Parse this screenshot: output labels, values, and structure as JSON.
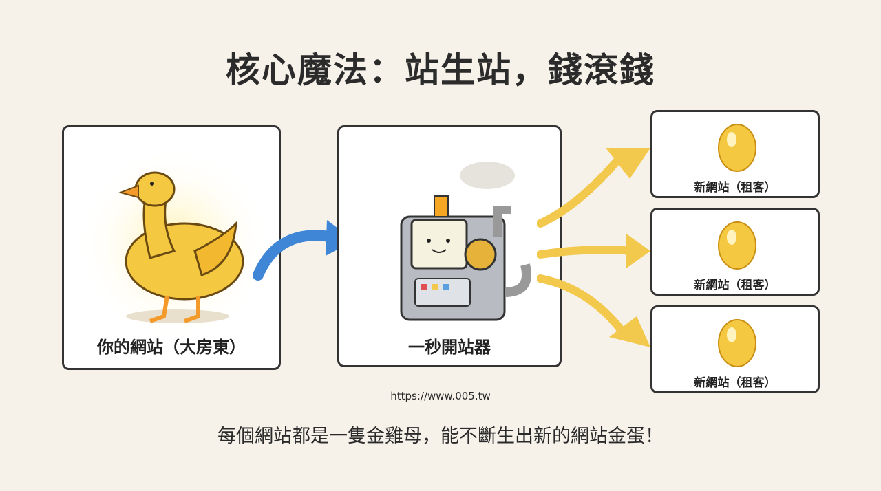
{
  "title": "核心魔法：站生站，錢滾錢",
  "panels": {
    "source": {
      "label": "你的網站（大房東）",
      "icon": "golden-goose"
    },
    "machine": {
      "label": "一秒開站器",
      "icon": "site-generator-machine"
    },
    "outputs": [
      {
        "label": "新網站（租客）",
        "icon": "golden-egg"
      },
      {
        "label": "新網站（租客）",
        "icon": "golden-egg"
      },
      {
        "label": "新網站（租客）",
        "icon": "golden-egg"
      }
    ]
  },
  "url": "https://www.005.tw",
  "caption": "每個網站都是一隻金雞母，能不斷生出新的網站金蛋！",
  "colors": {
    "background": "#f6f2ea",
    "gold": "#f2c94c",
    "blue_arrow": "#3f86d6",
    "border": "#333333"
  }
}
